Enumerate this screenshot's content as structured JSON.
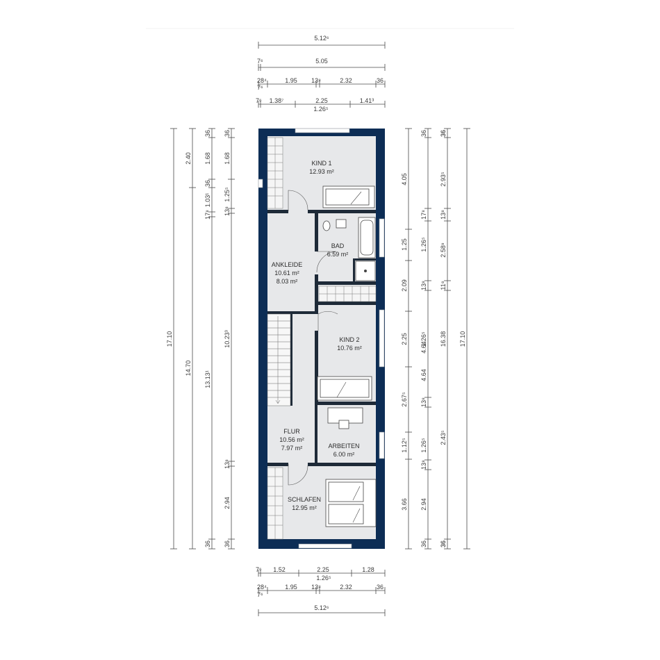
{
  "colors": {
    "wall": "#0d2d55",
    "floor": "#e7e8ea",
    "inner_wall": "#1e2a38",
    "dimension_line": "#4a4a4a",
    "text": "#2b2b2b"
  },
  "rooms": {
    "kind1": {
      "name": "KIND 1",
      "area": "12.93 m²"
    },
    "bad": {
      "name": "BAD",
      "area": "6.59 m²"
    },
    "ankleide": {
      "name": "ANKLEIDE",
      "area": "10.61 m²",
      "area2": "8.03 m²"
    },
    "kind2": {
      "name": "KIND 2",
      "area": "10.76 m²"
    },
    "flur": {
      "name": "FLUR",
      "area": "10.56 m²",
      "area2": "7.97 m²"
    },
    "arbeiten": {
      "name": "ARBEITEN",
      "area": "6.00 m²"
    },
    "schlafen": {
      "name": "SCHLAFEN",
      "area": "12.95 m²"
    }
  },
  "dimensions": {
    "top": {
      "row1": {
        "total": "5.12⁶"
      },
      "row2": {
        "left": "7⁶",
        "total": "5.05"
      },
      "row3": {
        "a": "28⁴",
        "b": "1.95",
        "c": "13⁸",
        "d": "2.32",
        "e": "36",
        "f": "7⁶"
      },
      "row4": {
        "a": "7⁶",
        "b": "1.38⁷",
        "c": "2.25",
        "d": "1.41³",
        "e": "1.26⁵"
      }
    },
    "bottom": {
      "row1": {
        "a": "7⁶",
        "b": "1.52",
        "c": "2.25",
        "d": "1.28",
        "e": "1.26⁵"
      },
      "row2": {
        "a": "28⁴",
        "b": "1.95",
        "c": "13⁸",
        "d": "2.32",
        "e": "36",
        "f": "7⁶"
      },
      "row3": {
        "total": "5.12⁶"
      }
    },
    "left": {
      "col1": {
        "total": "17.10"
      },
      "col2": {
        "top": "2.40",
        "mid": "14.70"
      },
      "col3": {
        "a": "36",
        "b": "1.68",
        "c": "36",
        "d": "1.03¹",
        "e": "17⁸",
        "f": "13.13¹",
        "g": "36"
      },
      "col4": {
        "a": "36",
        "b": "1.68",
        "c": "1.25⁵",
        "d": "13⁸",
        "e": "10.23³",
        "f": "13⁸",
        "g": "2.94",
        "h": "36"
      }
    },
    "right": {
      "col1": {
        "a": "4.05",
        "b": "1.25",
        "c": "2.09",
        "d": "2.25",
        "e": "2.67⁵",
        "f": "1.12⁵",
        "g": "3.66"
      },
      "col2": {
        "a": "36",
        "b": "17⁸",
        "c": "1.26⁵",
        "d": "13⁸",
        "e": "1.26⁵",
        "f": "13⁸",
        "g": "1.26⁵",
        "h": "13⁸",
        "i": "2.94",
        "j": "36",
        "k": "4.64"
      },
      "col3": {
        "a": "36",
        "b": "2.93⁵",
        "c": "13⁸",
        "d": "2.58⁹",
        "e": "11⁸",
        "f": "2.43⁵",
        "g": "36",
        "h": "16.38"
      },
      "col4": {
        "a": "36",
        "b": "17.10",
        "c": "36"
      }
    }
  }
}
